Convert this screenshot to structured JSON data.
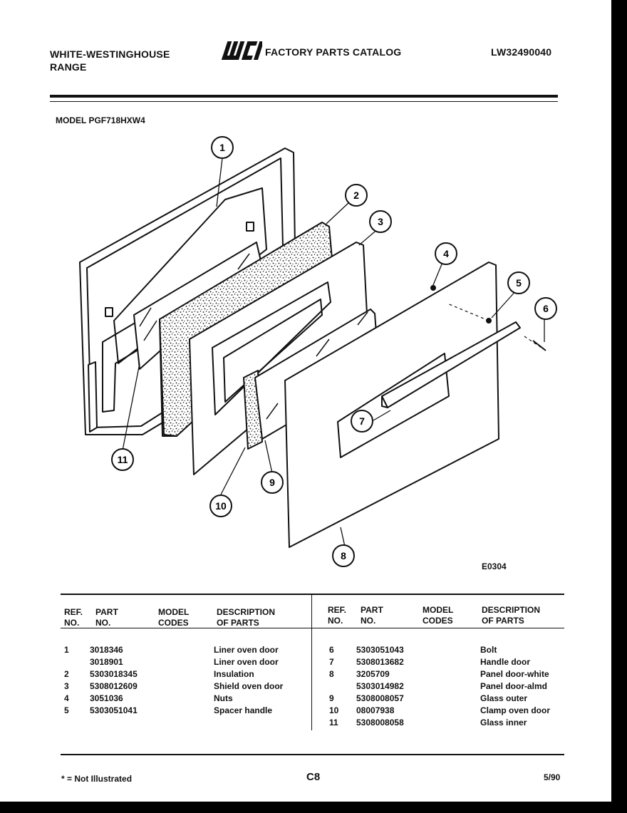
{
  "header": {
    "brand_line1": "WHITE-WESTINGHOUSE",
    "brand_line2": "RANGE",
    "logo_text": "WCI",
    "catalog_title": "FACTORY PARTS CATALOG",
    "catalog_number": "LW32490040"
  },
  "model_label": "MODEL PGF718HXW4",
  "diagram": {
    "code": "E0304",
    "callouts": [
      "1",
      "2",
      "3",
      "4",
      "5",
      "6",
      "7",
      "8",
      "9",
      "10",
      "11"
    ]
  },
  "table": {
    "left_headers": {
      "ref": [
        "REF.",
        "NO."
      ],
      "part": [
        "PART",
        "NO."
      ],
      "model": [
        "MODEL",
        "CODES"
      ],
      "desc": [
        "DESCRIPTION",
        "OF PARTS"
      ]
    },
    "right_headers": {
      "ref": [
        "REF.",
        "NO."
      ],
      "part": [
        "PART",
        "NO."
      ],
      "model": [
        "MODEL",
        "CODES"
      ],
      "desc": [
        "DESCRIPTION",
        "OF PARTS"
      ]
    },
    "left_rows": [
      {
        "ref": "1",
        "part": "3018346",
        "desc": "Liner oven door"
      },
      {
        "ref": "",
        "part": "3018901",
        "desc": "Liner oven door"
      },
      {
        "ref": "2",
        "part": "5303018345",
        "desc": "Insulation"
      },
      {
        "ref": "3",
        "part": "5308012609",
        "desc": "Shield oven door"
      },
      {
        "ref": "4",
        "part": "3051036",
        "desc": "Nuts"
      },
      {
        "ref": "5",
        "part": "5303051041",
        "desc": "Spacer handle"
      }
    ],
    "right_rows": [
      {
        "ref": "6",
        "part": "5303051043",
        "desc": "Bolt"
      },
      {
        "ref": "7",
        "part": "5308013682",
        "desc": "Handle door"
      },
      {
        "ref": "8",
        "part": "3205709",
        "desc": "Panel door-white"
      },
      {
        "ref": "",
        "part": "5303014982",
        "desc": "Panel door-almd"
      },
      {
        "ref": "9",
        "part": "5308008057",
        "desc": "Glass outer"
      },
      {
        "ref": "10",
        "part": "08007938",
        "desc": "Clamp oven door"
      },
      {
        "ref": "11",
        "part": "5308008058",
        "desc": "Glass inner"
      }
    ]
  },
  "footer": {
    "note": "* = Not Illustrated",
    "page_code": "C8",
    "date": "5/90"
  }
}
